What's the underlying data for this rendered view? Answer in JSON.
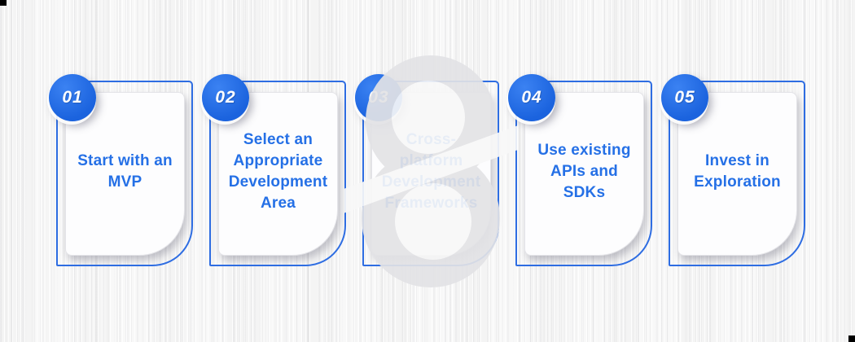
{
  "colors": {
    "badge_blue": "#1b63de",
    "badge_blue_light": "#3b82f2",
    "outline_blue": "#2e6de2",
    "title_blue": "#2570e6",
    "watermark_gray": "#e3e3e6",
    "background": "#f8f8f8",
    "corner_mark": "#000000"
  },
  "watermark": {
    "glyph": "8"
  },
  "steps": [
    {
      "number": "01",
      "title": "Start with an\nMVP"
    },
    {
      "number": "02",
      "title": "Select an\nAppropriate\nDevelopment\nArea"
    },
    {
      "number": "03",
      "title": "Cross-\nplatform\nDevelopment\nFrameworks"
    },
    {
      "number": "04",
      "title": "Use existing\nAPIs and\nSDKs"
    },
    {
      "number": "05",
      "title": "Invest in\nExploration"
    }
  ]
}
